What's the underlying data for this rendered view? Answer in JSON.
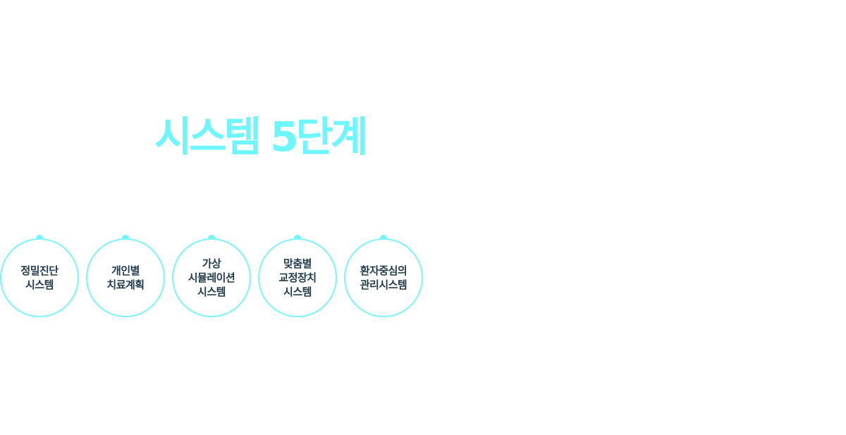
{
  "title": "시스템 5단계",
  "colors": {
    "accent": "#6ef6ff",
    "ring": "#7df4fb",
    "text": "#1f3a4a"
  },
  "steps": [
    {
      "lines": [
        "정밀진단",
        "시스템"
      ]
    },
    {
      "lines": [
        "개인별",
        "치료계획"
      ]
    },
    {
      "lines": [
        "가상",
        "시뮬레이션",
        "시스템"
      ]
    },
    {
      "lines": [
        "맞춤별",
        "교정장치",
        "시스템"
      ]
    },
    {
      "lines": [
        "환자중심의",
        "관리시스템"
      ]
    }
  ]
}
